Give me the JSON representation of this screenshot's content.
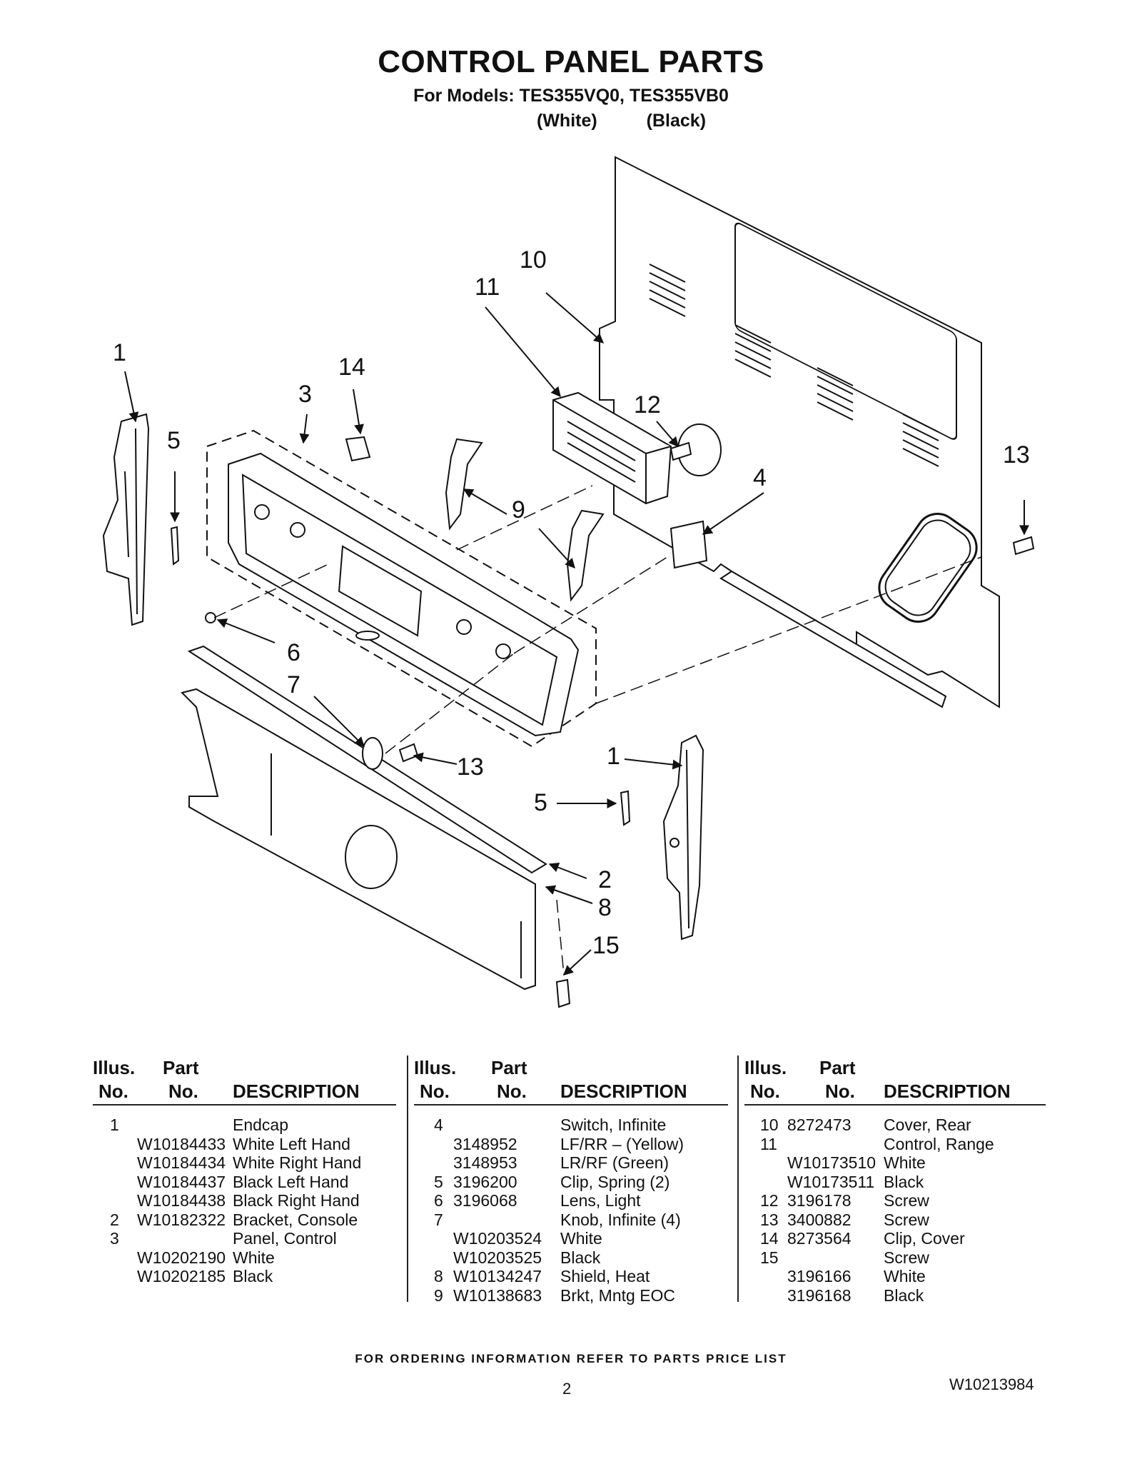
{
  "header": {
    "title": "CONTROL PANEL PARTS",
    "models": "For Models: TES355VQ0, TES355VB0",
    "color_white": "(White)",
    "color_black": "(Black)"
  },
  "callouts": {
    "c1a": "1",
    "c1b": "1",
    "c2": "2",
    "c3": "3",
    "c4": "4",
    "c5a": "5",
    "c5b": "5",
    "c6": "6",
    "c7": "7",
    "c8": "8",
    "c9": "9",
    "c10": "10",
    "c11": "11",
    "c12": "12",
    "c13a": "13",
    "c13b": "13",
    "c14": "14",
    "c15": "15"
  },
  "table_headers": {
    "illus_line1": "Illus.",
    "illus_line2": "No.",
    "part_line1": "Part",
    "part_line2": "No.",
    "description": "DESCRIPTION"
  },
  "parts_tables": [
    [
      {
        "illus": "1",
        "part": "",
        "desc": "Endcap"
      },
      {
        "illus": "",
        "part": "W10184433",
        "desc": "White Left Hand"
      },
      {
        "illus": "",
        "part": "W10184434",
        "desc": "White Right Hand"
      },
      {
        "illus": "",
        "part": "W10184437",
        "desc": "Black Left Hand"
      },
      {
        "illus": "",
        "part": "W10184438",
        "desc": "Black Right Hand"
      },
      {
        "illus": "2",
        "part": "W10182322",
        "desc": "Bracket, Console"
      },
      {
        "illus": "3",
        "part": "",
        "desc": "Panel, Control"
      },
      {
        "illus": "",
        "part": "W10202190",
        "desc": "White"
      },
      {
        "illus": "",
        "part": "W10202185",
        "desc": "Black"
      }
    ],
    [
      {
        "illus": "4",
        "part": "",
        "desc": "Switch, Infinite"
      },
      {
        "illus": "",
        "part": "3148952",
        "desc": "LF/RR – (Yellow)"
      },
      {
        "illus": "",
        "part": "3148953",
        "desc": "LR/RF (Green)"
      },
      {
        "illus": "5",
        "part": "3196200",
        "desc": "Clip, Spring (2)"
      },
      {
        "illus": "6",
        "part": "3196068",
        "desc": "Lens, Light"
      },
      {
        "illus": "7",
        "part": "",
        "desc": "Knob, Infinite (4)"
      },
      {
        "illus": "",
        "part": "W10203524",
        "desc": "White"
      },
      {
        "illus": "",
        "part": "W10203525",
        "desc": "Black"
      },
      {
        "illus": "8",
        "part": "W10134247",
        "desc": "Shield, Heat"
      },
      {
        "illus": "9",
        "part": "W10138683",
        "desc": "Brkt, Mntg EOC"
      }
    ],
    [
      {
        "illus": "10",
        "part": "8272473",
        "desc": "Cover, Rear"
      },
      {
        "illus": "11",
        "part": "",
        "desc": "Control, Range"
      },
      {
        "illus": "",
        "part": "W10173510",
        "desc": "White"
      },
      {
        "illus": "",
        "part": "W10173511",
        "desc": "Black"
      },
      {
        "illus": "12",
        "part": "3196178",
        "desc": "Screw"
      },
      {
        "illus": "13",
        "part": "3400882",
        "desc": "Screw"
      },
      {
        "illus": "14",
        "part": "8273564",
        "desc": "Clip, Cover"
      },
      {
        "illus": "15",
        "part": "",
        "desc": "Screw"
      },
      {
        "illus": "",
        "part": "3196166",
        "desc": "White"
      },
      {
        "illus": "",
        "part": "3196168",
        "desc": "Black"
      }
    ]
  ],
  "footer": {
    "ordering_note": "FOR ORDERING INFORMATION REFER TO PARTS PRICE LIST",
    "page_number": "2",
    "document_number": "W10213984"
  }
}
